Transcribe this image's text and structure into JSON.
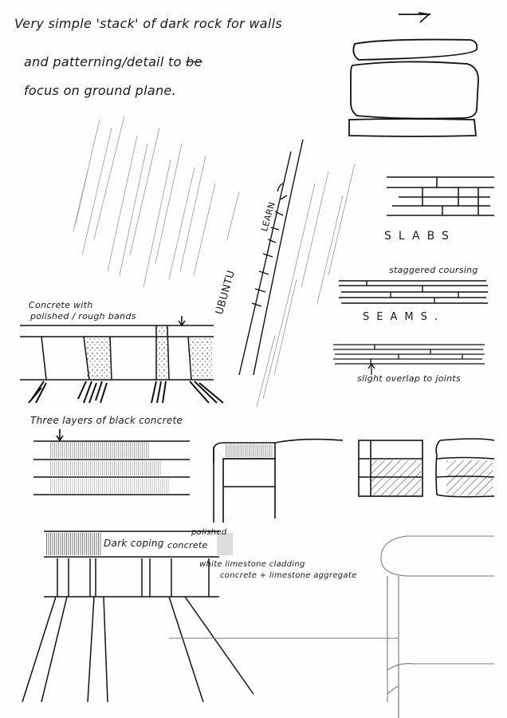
{
  "notes": {
    "line1": "Very simple 'stack' of dark rock for walls",
    "line2": "and patterning/detail to",
    "line2_struck": "be",
    "line3": "focus on ground plane."
  },
  "labels": {
    "slabs": "SLABS",
    "staggered": "staggered coursing",
    "seams": "SEAMS.",
    "overlap": "slight overlap to joints",
    "concrete_1": "Concrete with",
    "concrete_2": "polished / rough bands",
    "three_layers": "Three layers of black concrete",
    "dark_coping": "Dark coping",
    "polished_1": "polished",
    "polished_2": "concrete",
    "white_1": "white limestone cladding",
    "white_2": "concrete + limestone aggregate",
    "ubuntu_lettering": "UBUNTU",
    "ubuntu_subtext": "LEARN"
  },
  "colors": {
    "ink": "#1a1a1a",
    "pencil": "#8a8a8a",
    "paper": "#fefefe"
  }
}
